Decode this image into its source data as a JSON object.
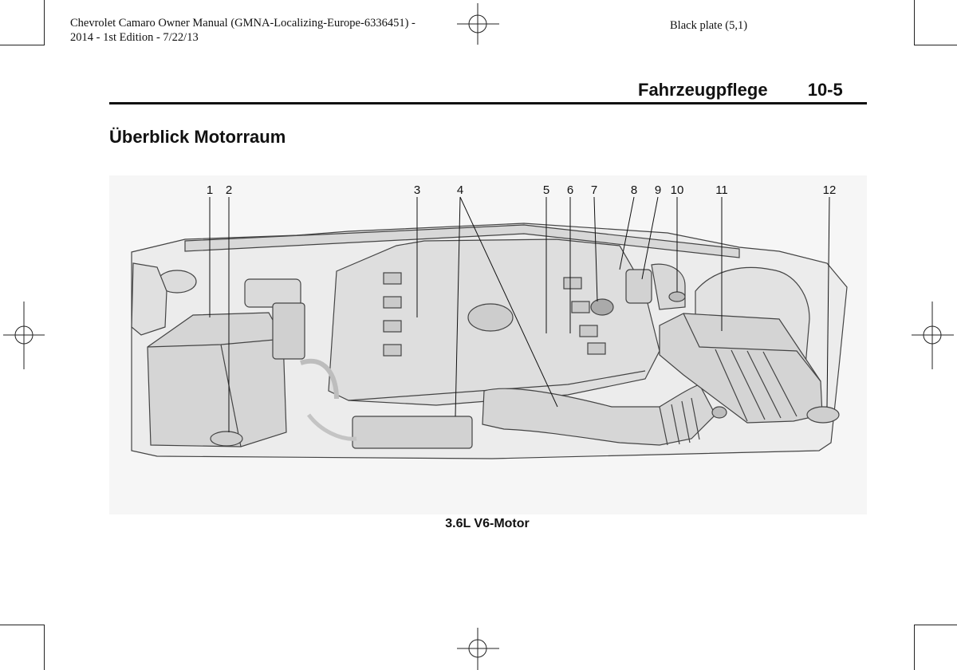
{
  "print_info": {
    "line1": "Chevrolet  Camaro  Owner  Manual  (GMNA-Localizing-Europe-6336451)  -",
    "line2": "2014  -  1st Edition  -  7/22/13",
    "plate": "Black plate (5,1)"
  },
  "header": {
    "title": "Fahrzeugpflege",
    "page": "10-5"
  },
  "section": {
    "title": "Überblick Motorraum"
  },
  "figure": {
    "caption": "3.6L V6-Motor",
    "callouts": [
      "1",
      "2",
      "3",
      "4",
      "5",
      "6",
      "7",
      "8",
      "9",
      "10",
      "11",
      "12"
    ]
  }
}
